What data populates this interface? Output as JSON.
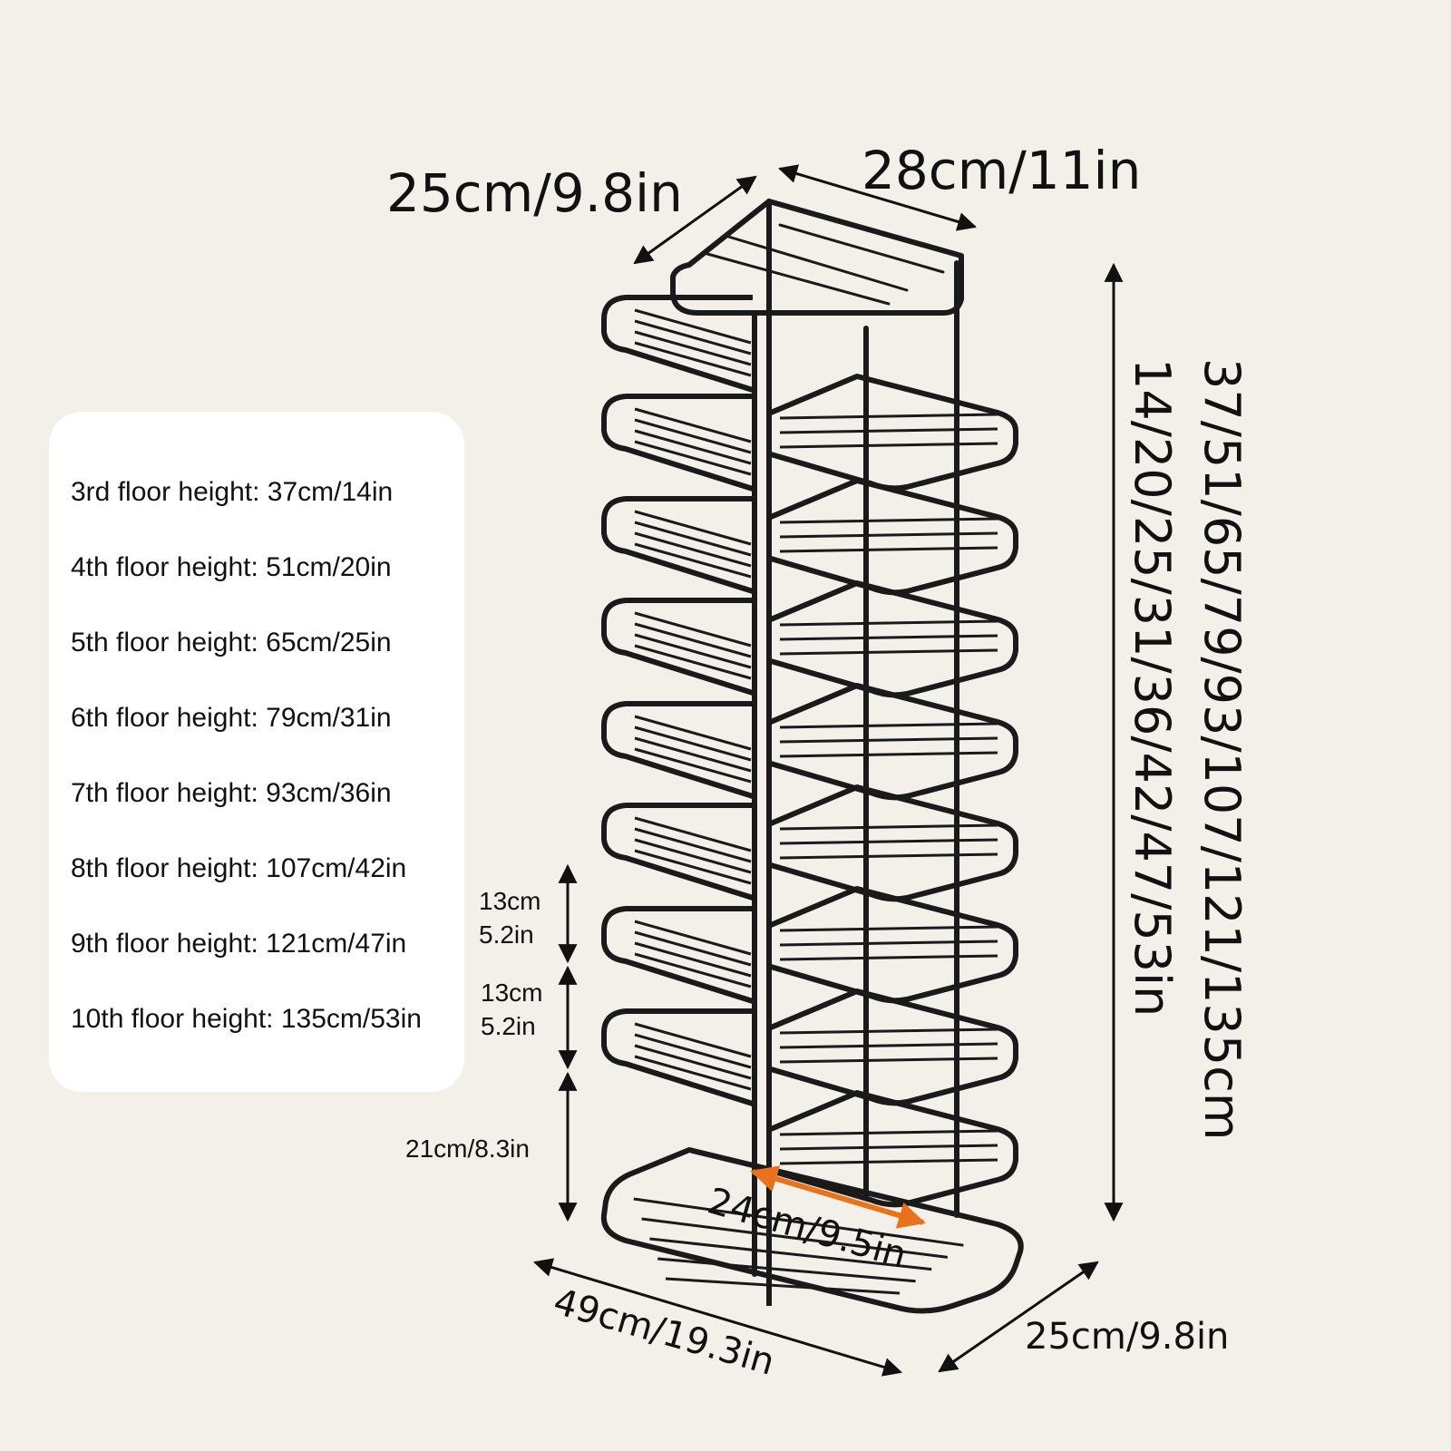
{
  "dimensions": {
    "top_depth": "25cm/9.8in",
    "top_width": "28cm/11in",
    "total_height_cm": "37/51/65/79/93/107/121/135cm",
    "total_height_in": "14/20/25/31/36/42/47/53in",
    "spacing_1_cm": "13cm",
    "spacing_1_in": "5.2in",
    "spacing_2_cm": "13cm",
    "spacing_2_in": "5.2in",
    "bottom_spacing": "21cm/8.3in",
    "inner_width": "24cm/9.5in",
    "base_length": "49cm/19.3in",
    "base_depth": "25cm/9.8in"
  },
  "floor_heights": [
    "3rd floor height: 37cm/14in",
    "4th floor height: 51cm/20in",
    "5th floor height: 65cm/25in",
    "6th floor height: 79cm/31in",
    "7th floor height: 93cm/36in",
    "8th floor height: 107cm/42in",
    "9th floor height: 121cm/47in",
    "10th floor height: 135cm/53in"
  ],
  "colors": {
    "background": "#f3efe9",
    "panel": "#ffffff",
    "frame": "#1a1a1a",
    "accent_arrow": "#e8731c"
  }
}
